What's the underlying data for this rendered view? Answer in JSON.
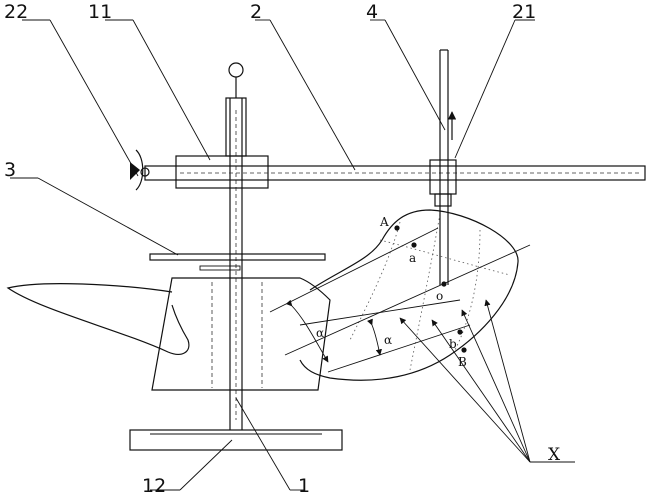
{
  "callouts": {
    "c22": "22",
    "c11": "11",
    "c2": "2",
    "c4": "4",
    "c21": "21",
    "c3": "3",
    "c12": "12",
    "c1": "1",
    "cX": "X"
  },
  "points": {
    "A": "A",
    "a_upper": "a",
    "o": "o",
    "b": "b",
    "B": "B",
    "alpha_left": "α",
    "alpha_right": "α"
  }
}
